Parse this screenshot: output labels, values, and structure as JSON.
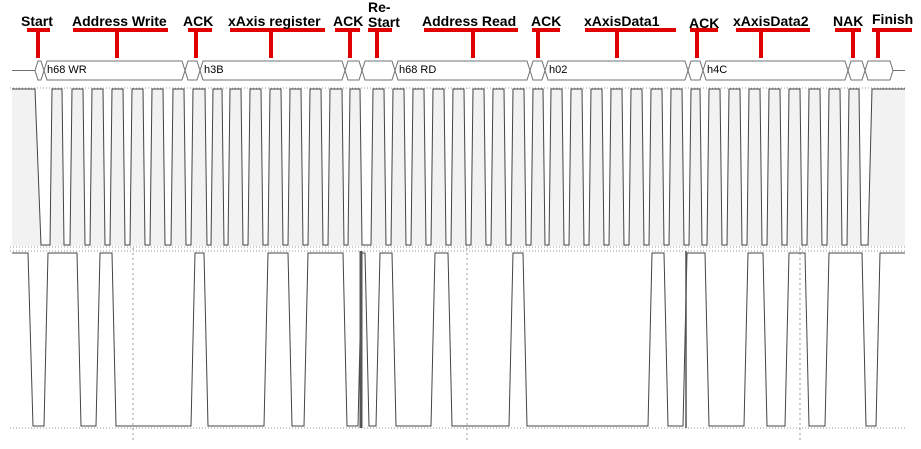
{
  "annotations": [
    {
      "id": "start",
      "text": "Start"
    },
    {
      "id": "address-write",
      "text": "Address Write"
    },
    {
      "id": "ack-1",
      "text": "ACK"
    },
    {
      "id": "xaxis-register",
      "text": "xAxis register"
    },
    {
      "id": "ack-2",
      "text": "ACK"
    },
    {
      "id": "re-start",
      "text": "Re-\nStart"
    },
    {
      "id": "address-read",
      "text": "Address Read"
    },
    {
      "id": "ack-3",
      "text": "ACK"
    },
    {
      "id": "xaxisdata1",
      "text": "xAxisData1"
    },
    {
      "id": "ack-4",
      "text": "ACK"
    },
    {
      "id": "xaxisdata2",
      "text": "xAxisData2"
    },
    {
      "id": "nak",
      "text": "NAK"
    },
    {
      "id": "finish",
      "text": "Finish"
    }
  ],
  "protocol_segments": [
    {
      "id": "addr-write",
      "text": "h68 WR"
    },
    {
      "id": "xaxis-reg",
      "text": "h3B"
    },
    {
      "id": "addr-read",
      "text": "h68 RD"
    },
    {
      "id": "data1",
      "text": "h02"
    },
    {
      "id": "data2",
      "text": "h4C"
    }
  ],
  "colors": {
    "annotation": "#e00000",
    "trace": "#444444",
    "clock_fill": "#f2f2f2",
    "grid": "#9a9a9a",
    "bus_fill": "#ffffff",
    "bus_stroke": "#707070"
  }
}
